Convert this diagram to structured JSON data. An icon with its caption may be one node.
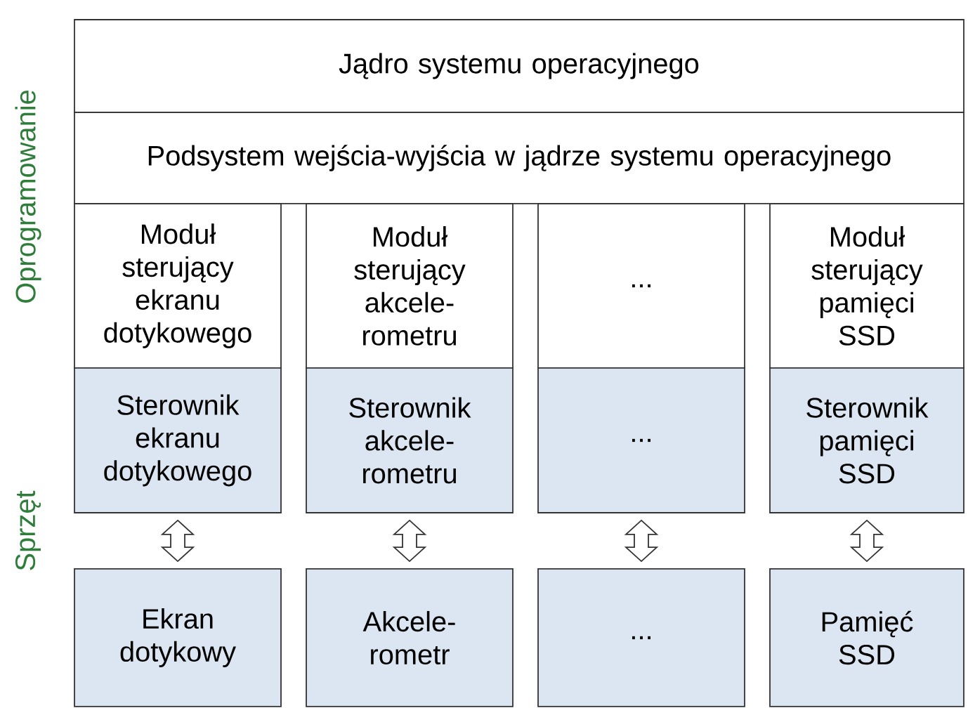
{
  "diagram": {
    "nodes": [
      {
        "text": [
          "Jądro systemu operacyjnego"
        ]
      },
      {
        "text": [
          "Podsystem wejścia-wyjścia w jądrze systemu operacyjnego"
        ]
      },
      {
        "text": [
          "Moduł sterujący ekranu dotykowego"
        ]
      },
      {
        "text": [
          "Moduł sterujący akcele- rometru"
        ]
      },
      {
        "text": [
          "..."
        ]
      },
      {
        "text": [
          "Moduł sterujący pamięci SSD"
        ]
      },
      {
        "text": [
          "Sterownik ekranu dotykowego"
        ]
      },
      {
        "text": [
          "Sterownik akcele- rometru"
        ]
      },
      {
        "text": [
          "..."
        ]
      },
      {
        "text": [
          "Sterownik pamięci SSD"
        ]
      },
      {
        "text": [
          "Ekran dotykowy"
        ]
      },
      {
        "text": [
          "Akcele- rometr"
        ]
      },
      {
        "text": [
          "..."
        ]
      },
      {
        "text": [
          "Pamięć SSD"
        ]
      }
    ],
    "edges": [
      {
        "from": 6,
        "to": 10,
        "arrow": "both"
      },
      {
        "from": 7,
        "to": 11,
        "arrow": "both"
      },
      {
        "from": 8,
        "to": 12,
        "arrow": "both"
      },
      {
        "from": 9,
        "to": 13,
        "arrow": "both"
      }
    ],
    "labels": [
      "Oprogramowanie",
      "Sprzęt"
    ]
  }
}
